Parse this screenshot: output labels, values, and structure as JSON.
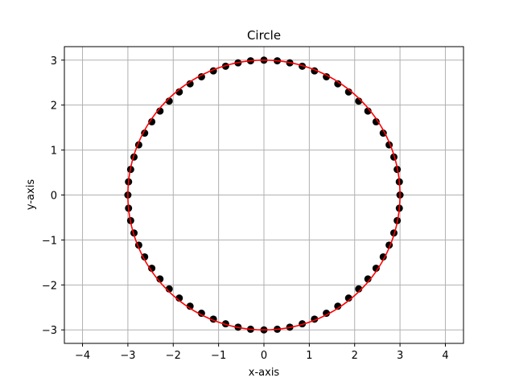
{
  "chart_data": {
    "type": "scatter",
    "title": "Circle",
    "xlabel": "x-axis",
    "ylabel": "y-axis",
    "xlim": [
      -4.4,
      4.4
    ],
    "ylim": [
      -3.3,
      3.3
    ],
    "xticks": [
      -4,
      -3,
      -2,
      -1,
      0,
      1,
      2,
      3,
      4
    ],
    "yticks": [
      -3,
      -2,
      -1,
      0,
      1,
      2,
      3
    ],
    "xtick_labels": [
      "−4",
      "−3",
      "−2",
      "−1",
      "0",
      "1",
      "2",
      "3",
      "4"
    ],
    "ytick_labels": [
      "−3",
      "−2",
      "−1",
      "0",
      "1",
      "2",
      "3"
    ],
    "grid": true,
    "series": [
      {
        "kind": "points",
        "color": "#000000",
        "x": [
          3.0,
          2.985,
          2.939,
          2.865,
          2.761,
          2.63,
          2.473,
          2.292,
          2.089,
          1.867,
          1.629,
          1.377,
          1.115,
          0.845,
          0.57,
          0.294,
          0.0,
          -0.294,
          -0.57,
          -0.845,
          -1.115,
          -1.377,
          -1.629,
          -1.867,
          -2.089,
          -2.292,
          -2.473,
          -2.63,
          -2.761,
          -2.865,
          -2.939,
          -2.985,
          -3.0,
          -2.985,
          -2.939,
          -2.865,
          -2.761,
          -2.63,
          -2.473,
          -2.292,
          -2.089,
          -1.867,
          -1.629,
          -1.377,
          -1.115,
          -0.845,
          -0.57,
          -0.294,
          0.0,
          0.294,
          0.57,
          0.845,
          1.115,
          1.377,
          1.629,
          1.867,
          2.089,
          2.292,
          2.473,
          2.63,
          2.761,
          2.865,
          2.939,
          2.985
        ],
        "y": [
          0.0,
          0.294,
          0.57,
          0.845,
          1.115,
          1.377,
          1.629,
          1.867,
          2.089,
          2.292,
          2.473,
          2.63,
          2.761,
          2.865,
          2.939,
          2.985,
          3.0,
          2.985,
          2.939,
          2.865,
          2.761,
          2.63,
          2.473,
          2.292,
          2.089,
          1.867,
          1.629,
          1.377,
          1.115,
          0.845,
          0.57,
          0.294,
          0.0,
          -0.294,
          -0.57,
          -0.845,
          -1.115,
          -1.377,
          -1.629,
          -1.867,
          -2.089,
          -2.292,
          -2.473,
          -2.63,
          -2.761,
          -2.865,
          -2.939,
          -2.985,
          -3.0,
          -2.985,
          -2.939,
          -2.865,
          -2.761,
          -2.63,
          -2.473,
          -2.292,
          -2.089,
          -1.867,
          -1.629,
          -1.377,
          -1.115,
          -0.845,
          -0.57,
          -0.294
        ]
      },
      {
        "kind": "line",
        "color": "#ff0000",
        "shape": "circle",
        "center": [
          0,
          0
        ],
        "radius": 3
      }
    ]
  },
  "colors": {
    "grid": "#b0b0b0",
    "axes": "#000000",
    "points": "#000000",
    "curve": "#ff0000"
  }
}
